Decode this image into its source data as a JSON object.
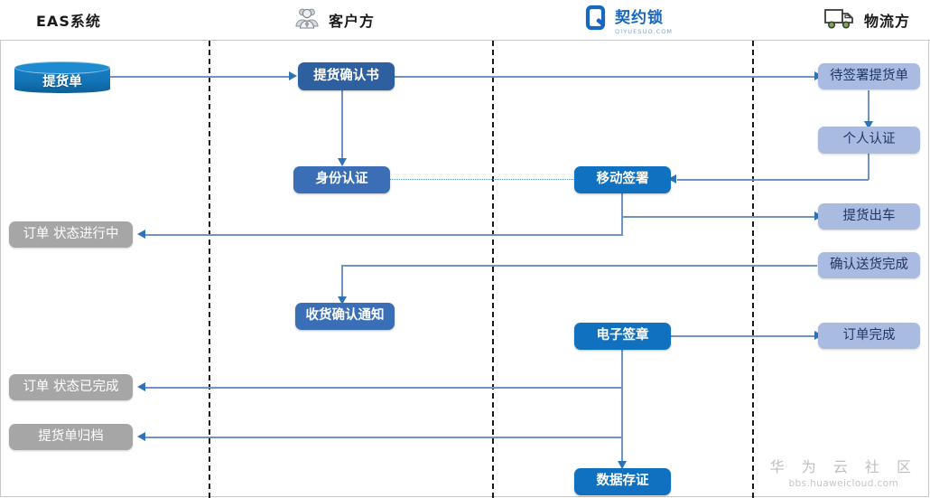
{
  "header": {
    "lanes": [
      {
        "label": "EAS系统",
        "icon": "none"
      },
      {
        "label": "客户方",
        "icon": "people-icon"
      },
      {
        "label": "契约锁",
        "icon": "qiyuesuo-logo-icon",
        "logo_sub": "QIYUESUO.COM"
      },
      {
        "label": "物流方",
        "icon": "truck-icon"
      }
    ]
  },
  "colors": {
    "lane_divider": "#1a1a1a",
    "connector": "#6f93c4",
    "arrow": "#2e74b5",
    "node_dark_blue": "#2e5f9e",
    "node_mid_blue": "#3a6fb8",
    "node_bright_blue": "#0f71c0",
    "node_gray": "#a6a6a6",
    "node_light_blue": "#a9bbe0",
    "cylinder_blue": "#1273b4",
    "brand_qiyuesuo": "#1867c0",
    "truck_wheel_green": "#7fa84a",
    "watermark": "#bfbfbf"
  },
  "nodes": {
    "pickup_order": {
      "label": "提货单",
      "lane": "EAS系统",
      "style": "cylinder"
    },
    "order_status_running": {
      "label": "订单 状态进行中",
      "lane": "EAS系统",
      "style": "gray"
    },
    "order_status_done": {
      "label": "订单 状态已完成",
      "lane": "EAS系统",
      "style": "gray"
    },
    "pickup_order_archived": {
      "label": "提货单归档",
      "lane": "EAS系统",
      "style": "gray"
    },
    "pickup_confirmation": {
      "label": "提货确认书",
      "lane": "客户方",
      "style": "dark-blue"
    },
    "identity_auth": {
      "label": "身份认证",
      "lane": "客户方",
      "style": "mid-blue"
    },
    "receipt_notice": {
      "label": "收货确认通知",
      "lane": "客户方",
      "style": "mid-blue"
    },
    "mobile_sign": {
      "label": "移动签署",
      "lane": "契约锁",
      "style": "bright-blue"
    },
    "e_seal": {
      "label": "电子签章",
      "lane": "契约锁",
      "style": "bright-blue"
    },
    "data_evidence": {
      "label": "数据存证",
      "lane": "契约锁",
      "style": "bright-blue"
    },
    "pending_sign_order": {
      "label": "待签署提货单",
      "lane": "物流方",
      "style": "light-blue"
    },
    "personal_auth": {
      "label": "个人认证",
      "lane": "物流方",
      "style": "light-blue"
    },
    "pickup_dispatch": {
      "label": "提货出车",
      "lane": "物流方",
      "style": "light-blue"
    },
    "delivery_confirmed": {
      "label": "确认送货完成",
      "lane": "物流方",
      "style": "light-blue"
    },
    "order_complete": {
      "label": "订单完成",
      "lane": "物流方",
      "style": "light-blue"
    }
  },
  "watermark": {
    "line1": "华 为 云 社 区",
    "line2": "bbs.huaweicloud.com"
  }
}
